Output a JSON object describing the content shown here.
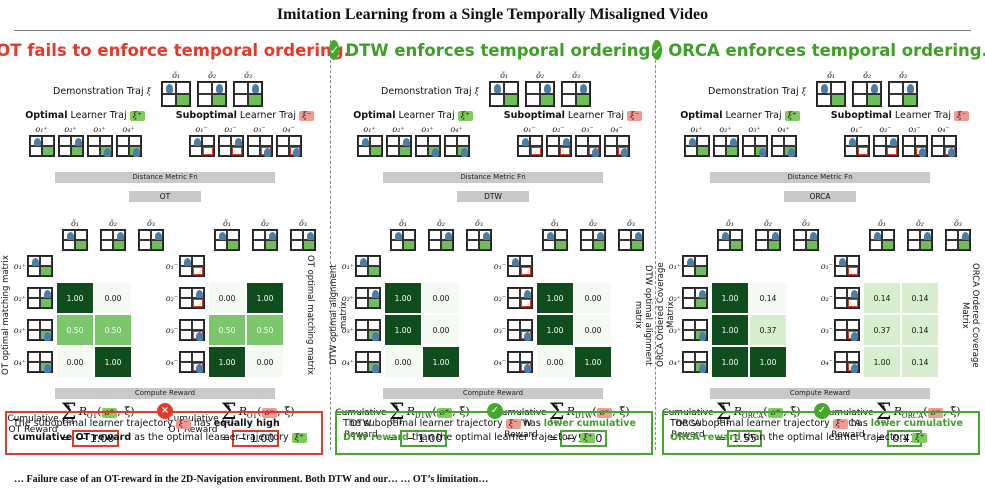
{
  "title": "Imitation Learning from a Single Temporally Misaligned Video",
  "colors": {
    "red": "#e53a2a",
    "green": "#44a82a",
    "dark_green": "#0f4d1d"
  },
  "demo": {
    "label": "Demonstration Traj",
    "xi": "ξ̃",
    "frames": [
      "õ₁",
      "õ₂",
      "õ₃"
    ]
  },
  "panels": [
    {
      "badge": "×",
      "headline": "OT fails to enforce temporal ordering.",
      "op": "OT",
      "distance_fn": "Distance Metric Fn",
      "compute_reward": "Compute Reward",
      "opt": {
        "title_bold": "Optimal",
        "title_rest": " Learner Traj ",
        "tag": "ξ⁺",
        "frames": [
          "o₁⁺",
          "o₂⁺",
          "o₃⁺",
          "o₄⁺"
        ],
        "rows": [
          "o₁⁺",
          "o₂⁺",
          "o₃⁺",
          "o₄⁺"
        ],
        "matrix": [
          [
            "",
            "",
            ""
          ],
          [
            "1.00",
            "0.00",
            ""
          ],
          [
            "0.50",
            "0.50",
            ""
          ],
          [
            "0.00",
            "1.00",
            ""
          ]
        ],
        "classes": [
          [
            "b",
            "b",
            "b"
          ],
          [
            "hi",
            "lo",
            "b"
          ],
          [
            "mid",
            "mid",
            "b"
          ],
          [
            "lo",
            "hi",
            "b"
          ]
        ],
        "side": "OT optimal matching matrix",
        "rew_label": "Cumulative OT Reward",
        "R": "R",
        "Rsub": "OT",
        "arg": "o⁺",
        "result": "− 1.00"
      },
      "sub": {
        "title_bold": "Suboptimal",
        "title_rest": " Learner Traj ",
        "tag": "ξ⁻",
        "frames": [
          "o₁⁻",
          "o₂⁻",
          "o₃⁻",
          "o₄⁻"
        ],
        "rows": [
          "o₁⁻",
          "o₂⁻",
          "o₃⁻",
          "o₄⁻"
        ],
        "matrix": [
          [
            "",
            "",
            ""
          ],
          [
            "0.00",
            "1.00",
            ""
          ],
          [
            "0.50",
            "0.50",
            ""
          ],
          [
            "1.00",
            "0.00",
            ""
          ]
        ],
        "classes": [
          [
            "b",
            "b",
            "b"
          ],
          [
            "lo",
            "hi",
            "b"
          ],
          [
            "mid",
            "mid",
            "b"
          ],
          [
            "hi",
            "lo",
            "b"
          ]
        ],
        "side": "OT optimal matching matrix",
        "rew_label": "Cumulative OT Reward",
        "R": "R",
        "Rsub": "OT",
        "arg": "o⁻",
        "result": "− 1.00"
      },
      "concl": {
        "pre": "The suboptimal learner trajectory ",
        "tag1": "ξ⁻",
        "mid": " has ",
        "bold": "equally high cumulative OT reward",
        "post": " as the optimal learner trajectory ",
        "tag2": "ξ⁺"
      }
    },
    {
      "badge": "✓",
      "headline": "DTW enforces temporal ordering.",
      "op": "DTW",
      "distance_fn": "Distance Metric Fn",
      "compute_reward": "Compute Reward",
      "opt": {
        "title_bold": "Optimal",
        "title_rest": " Learner Traj ",
        "tag": "ξ⁺",
        "frames": [
          "o₁⁺",
          "o₂⁺",
          "o₃⁺",
          "o₄⁺"
        ],
        "rows": [
          "o₁⁺",
          "o₂⁺",
          "o₃⁺",
          "o₄⁺"
        ],
        "matrix": [
          [
            "",
            "",
            ""
          ],
          [
            "1.00",
            "0.00",
            ""
          ],
          [
            "1.00",
            "0.00",
            ""
          ],
          [
            "0.00",
            "1.00",
            ""
          ]
        ],
        "classes": [
          [
            "b",
            "b",
            "b"
          ],
          [
            "hi",
            "lo",
            "b"
          ],
          [
            "hi",
            "lo",
            "b"
          ],
          [
            "lo",
            "hi",
            "b"
          ]
        ],
        "side": "DTW optimal alignment matrix",
        "rew_label": "Cumulative DTW Reward",
        "R": "R",
        "Rsub": "DTW",
        "arg": "o⁺",
        "result": "− 1.00"
      },
      "sub": {
        "title_bold": "Suboptimal",
        "title_rest": " Learner Traj ",
        "tag": "ξ⁻",
        "frames": [
          "o₁⁻",
          "o₂⁻",
          "o₃⁻",
          "o₄⁻"
        ],
        "rows": [
          "o₁⁻",
          "o₂⁻",
          "o₃⁻",
          "o₄⁻"
        ],
        "matrix": [
          [
            "",
            "",
            ""
          ],
          [
            "1.00",
            "0.00",
            ""
          ],
          [
            "1.00",
            "0.00",
            ""
          ],
          [
            "0.00",
            "1.00",
            ""
          ]
        ],
        "classes": [
          [
            "b",
            "b",
            "b"
          ],
          [
            "hi",
            "lo",
            "b"
          ],
          [
            "hi",
            "lo",
            "b"
          ],
          [
            "lo",
            "hi",
            "b"
          ]
        ],
        "side": "DTW optimal alignment matrix",
        "rew_label": "Cumulative DTW Reward",
        "R": "R",
        "Rsub": "DTW",
        "arg": "o⁻",
        "result": "− 5.00"
      },
      "concl": {
        "pre": "The suboptimal learner trajectory ",
        "tag1": "ξ⁻",
        "mid": " has ",
        "bold": "lower cumulative DTW reward",
        "post": " than the optimal learner trajectory ",
        "tag2": "ξ⁺"
      }
    },
    {
      "badge": "✓",
      "headline": "ORCA enforces temporal ordering.",
      "op": "ORCA",
      "distance_fn": "Distance Metric Fn",
      "compute_reward": "Compute Reward",
      "opt": {
        "title_bold": "Optimal",
        "title_rest": " Learner Traj ",
        "tag": "ξ⁺",
        "frames": [
          "o₁⁺",
          "o₂⁺",
          "o₃⁺",
          "o₄⁺"
        ],
        "rows": [
          "o₁⁺",
          "o₂⁺",
          "o₃⁺",
          "o₄⁺"
        ],
        "matrix": [
          [
            "",
            "",
            ""
          ],
          [
            "1.00",
            "0.14",
            ""
          ],
          [
            "1.00",
            "0.37",
            ""
          ],
          [
            "1.00",
            "1.00",
            ""
          ]
        ],
        "classes": [
          [
            "b",
            "b",
            "b"
          ],
          [
            "hi",
            "lo",
            "b"
          ],
          [
            "hi",
            "lt",
            "b"
          ],
          [
            "hi",
            "hi",
            "b"
          ]
        ],
        "side": "ORCA Ordered Coverage Matrix",
        "rew_label": "Cumulative ORCA Reward",
        "R": "R",
        "Rsub": "ORCA",
        "arg": "o⁺",
        "result": "1.55"
      },
      "sub": {
        "title_bold": "Suboptimal",
        "title_rest": " Learner Traj ",
        "tag": "ξ⁻",
        "frames": [
          "o₁⁻",
          "o₂⁻",
          "o₃⁻",
          "o₄⁻"
        ],
        "rows": [
          "o₁⁻",
          "o₂⁻",
          "o₃⁻",
          "o₄⁻"
        ],
        "matrix": [
          [
            "",
            "",
            ""
          ],
          [
            "0.14",
            "0.14",
            ""
          ],
          [
            "0.37",
            "0.14",
            ""
          ],
          [
            "1.00",
            "0.14",
            ""
          ]
        ],
        "classes": [
          [
            "b",
            "b",
            "b"
          ],
          [
            "lt",
            "lt",
            "b"
          ],
          [
            "lt",
            "lt",
            "b"
          ],
          [
            "lt",
            "lt",
            "b"
          ]
        ],
        "side": "ORCA Ordered Coverage Matrix",
        "rew_label": "Cumulative ORCA Reward",
        "R": "R",
        "Rsub": "ORCA",
        "arg": "o⁻",
        "result": "0.41"
      },
      "concl": {
        "pre": "The suboptimal learner trajectory ",
        "tag1": "ξ⁻",
        "mid": " has ",
        "bold": "lower cumulative ORCA reward",
        "post": " than the optimal learner trajectory ",
        "tag2": "ξ⁺"
      }
    }
  ],
  "caption": "… Failure case of an OT-reward in the 2D-Navigation environment. Both DTW and our… …  OT’s limitation…"
}
